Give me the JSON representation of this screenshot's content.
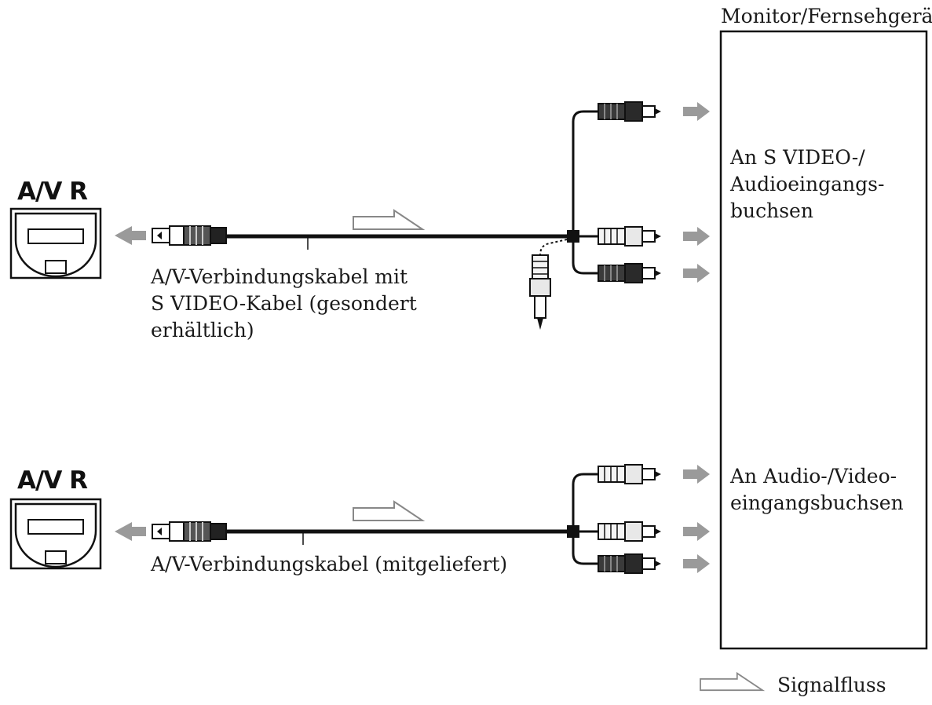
{
  "monitor": {
    "title": "Monitor/Fernsehgerät",
    "top_label_lines": [
      "An S VIDEO-/",
      "Audioeingangs-",
      "buchsen"
    ],
    "bottom_label_lines": [
      "An Audio-/Video-",
      "eingangsbuchsen"
    ]
  },
  "top_connection": {
    "jack_label": "A/V R",
    "cable_label_lines": [
      "A/V-Verbindungskabel mit",
      "S VIDEO-Kabel (gesondert",
      "erhältlich)"
    ]
  },
  "bottom_connection": {
    "jack_label": "A/V R",
    "cable_label_lines": [
      "A/V-Verbindungskabel (mitgeliefert)"
    ]
  },
  "legend": {
    "label": "Signalfluss",
    "icon": "hollow-arrow-icon"
  },
  "colors": {
    "line": "#111111",
    "arrow": "#9a9a9a",
    "plug_dark": "#333333",
    "plug_light": "#f4f4f4"
  }
}
